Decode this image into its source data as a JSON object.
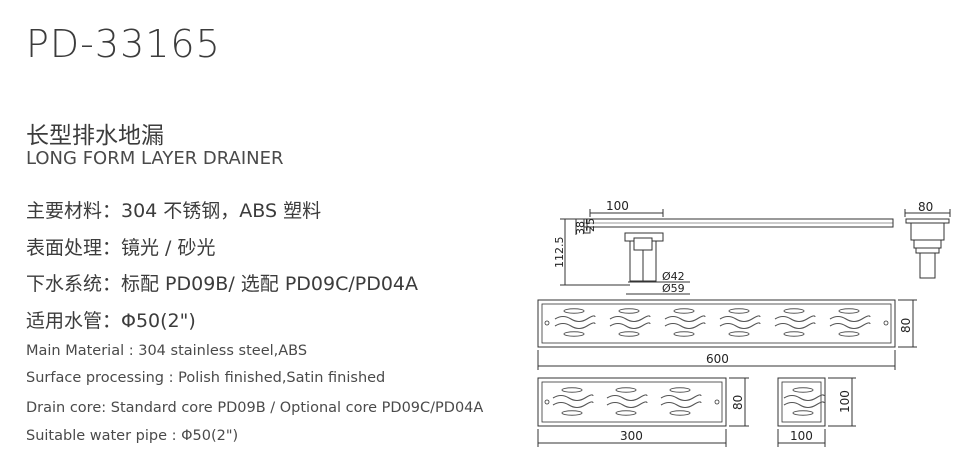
{
  "model": "PD-33165",
  "title_cn": "长型排水地漏",
  "title_en": "LONG FORM LAYER DRAINER",
  "specs_cn": [
    "主要材料：304 不锈钢，ABS 塑料",
    "表面处理：镜光 / 砂光",
    "下水系统：标配 PD09B/ 选配 PD09C/PD04A",
    "适用水管：Φ50(2\")"
  ],
  "specs_en": [
    "Main Material : 304 stainless steel,ABS",
    "Surface processing : Polish finished,Satin finished",
    "Drain core: Standard core PD09B / Optional core PD09C/PD04A",
    "Suitable water pipe : Φ50(2\")"
  ],
  "dims": {
    "side_width": "100",
    "side_h38": "38",
    "side_h25": "25",
    "side_total": "112.5",
    "d42": "Ø42",
    "d59": "Ø59",
    "end_width": "80",
    "long_len": "600",
    "long_w": "80",
    "mid_len": "300",
    "mid_w": "80",
    "sq_len": "100",
    "sq_w": "100"
  }
}
